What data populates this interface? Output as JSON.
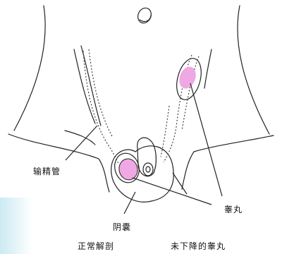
{
  "labels": {
    "vas_deferens": "输精管",
    "testis": "睾丸",
    "scrotum": "阴囊",
    "normal_anatomy": "正常解剖",
    "undescended_testis": "未下降的睾丸"
  },
  "colors": {
    "testis_fill": "#f0a8e4",
    "line": "#222222",
    "background": "#ffffff"
  }
}
